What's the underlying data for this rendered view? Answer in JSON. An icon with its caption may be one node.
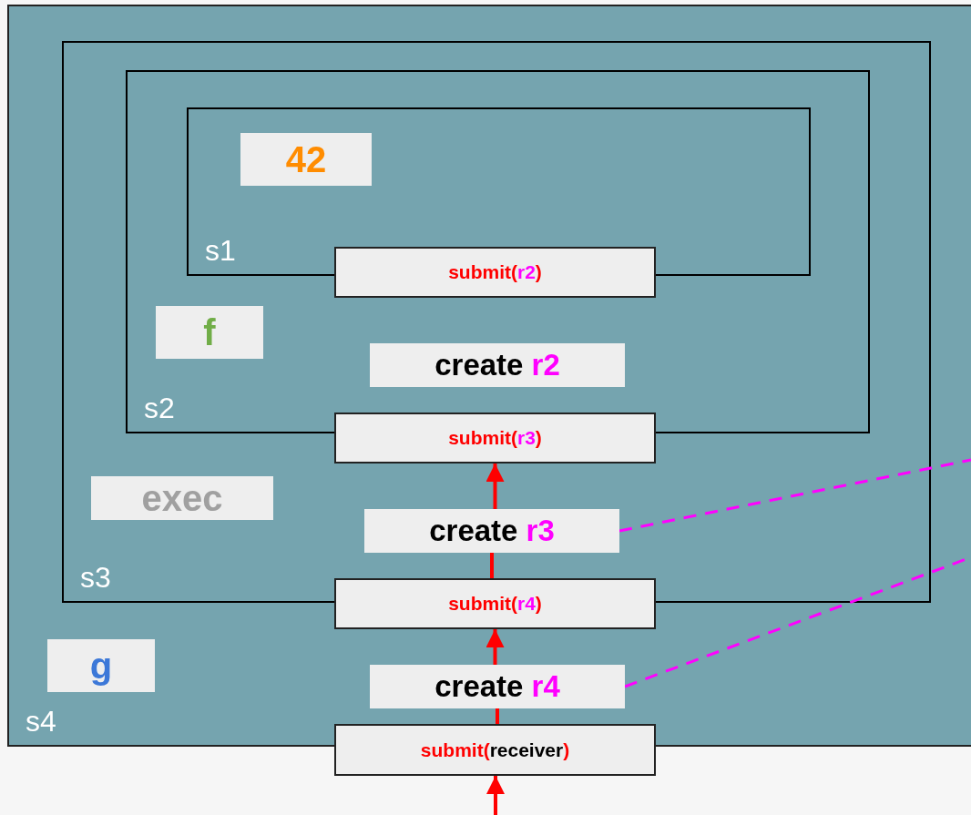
{
  "diagram": {
    "nodes": [
      {
        "text": [
          "s4"
        ]
      },
      {
        "text": [
          "s3"
        ],
        "in": 0
      },
      {
        "text": [
          "s2"
        ],
        "in": 1
      },
      {
        "text": [
          "s1"
        ],
        "in": 2
      },
      {
        "text": [
          "42"
        ],
        "in": 3
      },
      {
        "text": [
          "submit(r2)"
        ],
        "in": 2
      },
      {
        "text": [
          "f"
        ],
        "in": 2
      },
      {
        "text": [
          "create r2"
        ],
        "in": 2
      },
      {
        "text": [
          "submit(r3)"
        ],
        "in": 1
      },
      {
        "text": [
          "exec"
        ],
        "in": 1
      },
      {
        "text": [
          "create r3"
        ],
        "in": 1
      },
      {
        "text": [
          "submit(r4)"
        ],
        "in": 0
      },
      {
        "text": [
          "g"
        ],
        "in": 0
      },
      {
        "text": [
          "create r4"
        ],
        "in": 0
      },
      {
        "text": [
          "submit(receiver)"
        ]
      }
    ],
    "edges": [
      {
        "from": null,
        "to": 14,
        "arrow": "to",
        "color": "#ff0000"
      },
      {
        "from": 14,
        "to": 13,
        "arrow": "none",
        "color": "#ff0000"
      },
      {
        "from": 13,
        "to": 11,
        "arrow": "to",
        "color": "#ff0000"
      },
      {
        "from": 11,
        "to": 10,
        "arrow": "none",
        "color": "#ff0000"
      },
      {
        "from": 10,
        "to": 8,
        "arrow": "to",
        "color": "#ff0000"
      },
      {
        "from": 10,
        "to": null,
        "arrow": "none",
        "style": "dashed",
        "color": "#ff00ff"
      },
      {
        "from": 13,
        "to": null,
        "arrow": "none",
        "style": "dashed",
        "color": "#ff00ff"
      }
    ]
  }
}
